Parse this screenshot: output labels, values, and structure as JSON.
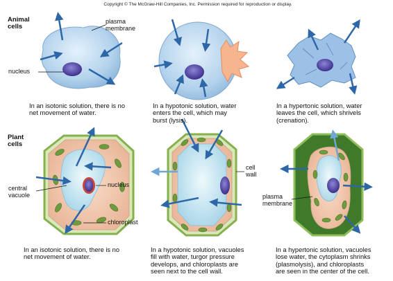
{
  "copyright": "Copyright © The McGraw-Hill Companies, Inc. Permission required for reproduction or display.",
  "animal": {
    "heading": "Animal\ncells",
    "labels": {
      "plasma_membrane": "plasma\nmembrane",
      "nucleus": "nucleus"
    },
    "captions": [
      "In an isotonic solution, there is no\nnet movement of water.",
      "In a hypotonic solution, water\nenters the cell, which may\nburst (lysis).",
      "In a hypertonic solution, water\nleaves the cell, which shrivels\n(crenation)."
    ]
  },
  "plant": {
    "heading": "Plant\ncells",
    "labels": {
      "central_vacuole": "central\nvacuole",
      "nucleus": "nucleus",
      "chloroplast": "chloroplast",
      "cell_wall": "cell\nwall",
      "plasma_membrane": "plasma\nmembrane"
    },
    "captions": [
      "In an isotonic solution, there is no\nnet movement of water.",
      "In a hypotonic solution, vacuoles\nfill with water, turgor pressure\ndevelops, and chloroplasts are\nseen next to the cell wall.",
      "In a hypertonic solution, vacuoles\nlose water, the cytoplasm shrinks\n(plasmolysis), and chloroplasts\nare seen in the center of the cell."
    ]
  },
  "colors": {
    "arrow": "#2e67a8",
    "animal_cell": "#b9d6ee",
    "nucleus": "#4a3f9c",
    "cell_wall": "#9bc06b",
    "cytoplasm": "#f2c3a6",
    "chloroplast": "#6f9a3e",
    "vacuole": "#c6e6f1"
  }
}
